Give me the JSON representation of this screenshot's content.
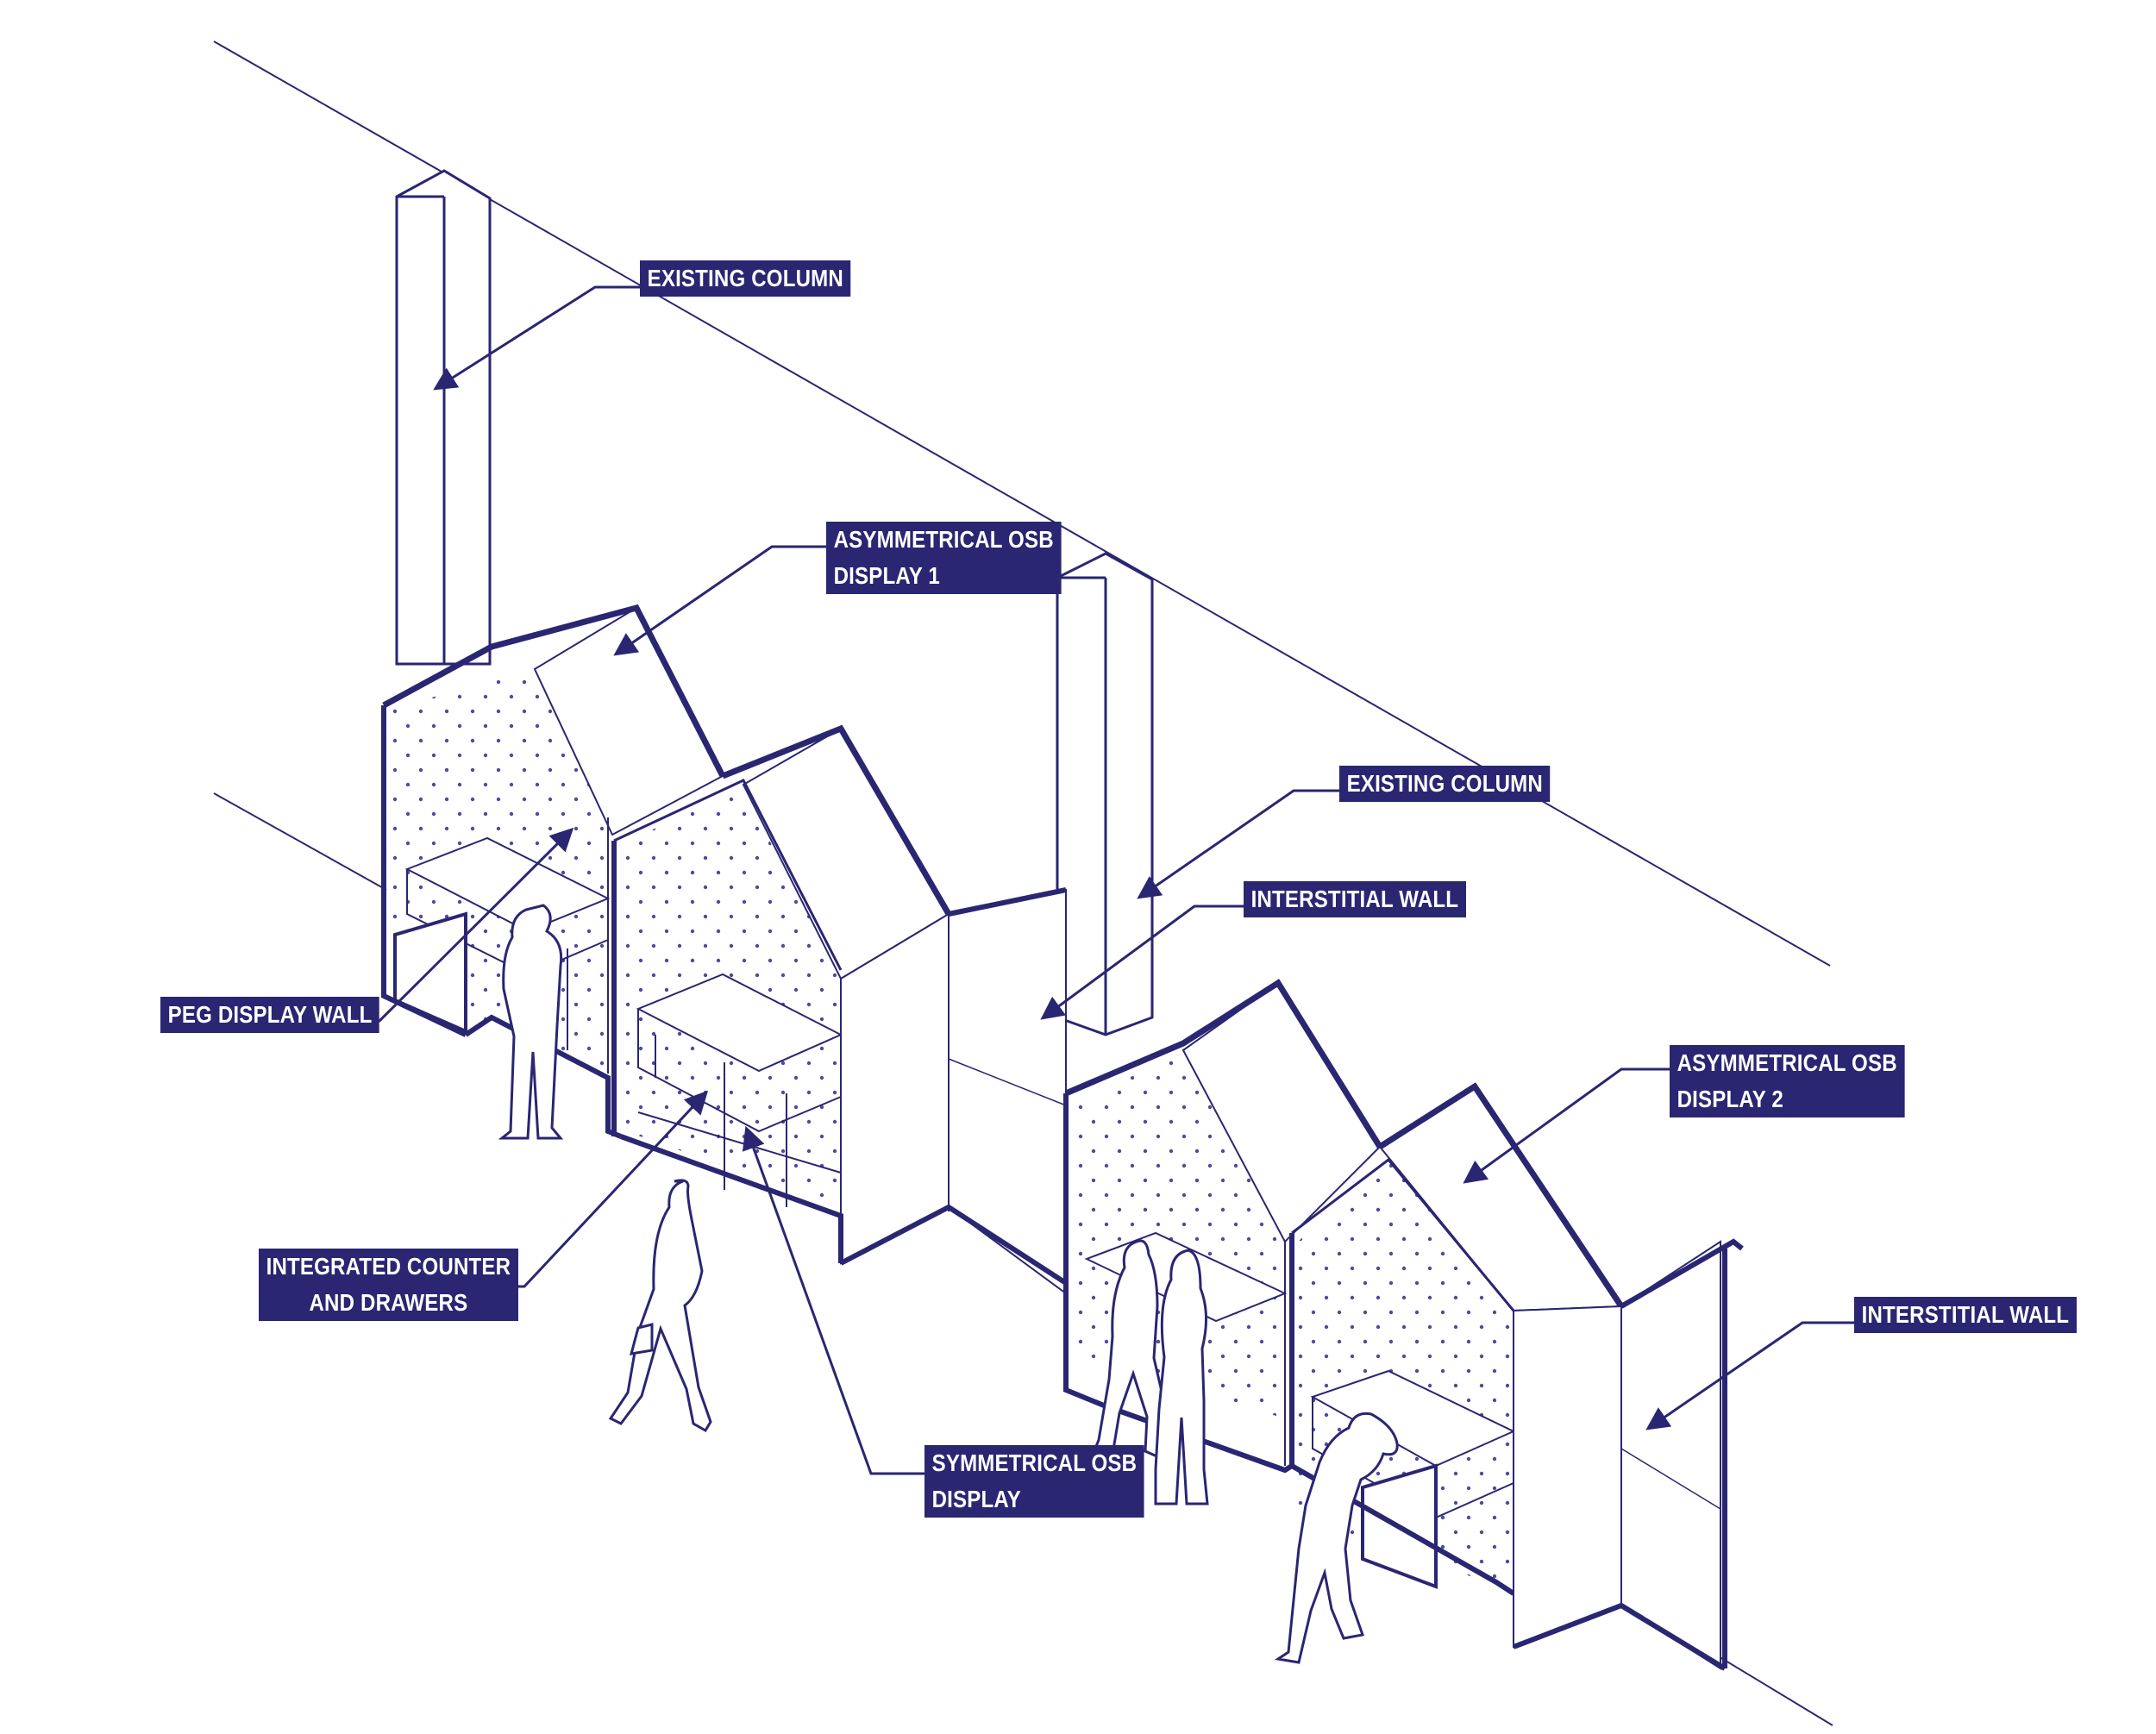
{
  "colors": {
    "accent": "#2a2672",
    "line": "#2a2672",
    "dot": "#4e4aa0",
    "background": "#ffffff"
  },
  "labels": {
    "existing_column_1": "EXISTING COLUMN",
    "asymmetrical_osb_display_1": [
      "ASYMMETRICAL OSB",
      "DISPLAY 1"
    ],
    "existing_column_2": "EXISTING COLUMN",
    "interstitial_wall_1": "INTERSTITIAL WALL",
    "peg_display_wall": "PEG DISPLAY WALL",
    "asymmetrical_osb_display_2": [
      "ASYMMETRICAL OSB",
      "DISPLAY 2"
    ],
    "interstitial_wall_2": "INTERSTITIAL WALL",
    "integrated_counter": [
      "INTEGRATED COUNTER",
      "AND DRAWERS"
    ],
    "symmetrical_osb_display": [
      "SYMMETRICAL OSB",
      "DISPLAY"
    ]
  },
  "icons": [
    "person-browsing-icon",
    "person-walking-icon",
    "person-pair-icon",
    "person-bending-icon"
  ]
}
